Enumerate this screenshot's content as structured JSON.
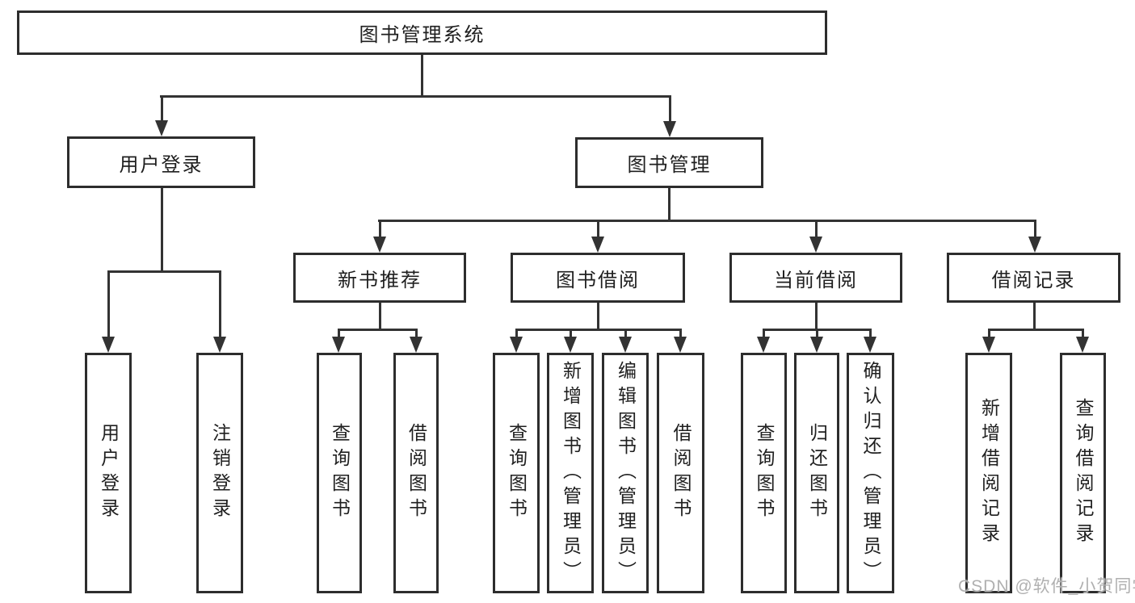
{
  "diagram": {
    "title_node": {
      "label": "图书管理系统"
    },
    "level2": {
      "user_login": {
        "label": "用户登录"
      },
      "book_management": {
        "label": "图书管理"
      }
    },
    "level3": {
      "new_book_recommend": {
        "label": "新书推荐"
      },
      "book_borrow": {
        "label": "图书借阅"
      },
      "current_borrow": {
        "label": "当前借阅"
      },
      "borrow_records": {
        "label": "借阅记录"
      }
    },
    "leaves": {
      "user_login": {
        "label": "用户登录"
      },
      "logout": {
        "label": "注销登录"
      },
      "nb_query": {
        "label": "查询图书"
      },
      "nb_borrow": {
        "label": "借阅图书"
      },
      "bb_query": {
        "label": "查询图书"
      },
      "bb_add_admin": {
        "label": "新增图书（管理员）"
      },
      "bb_edit_admin": {
        "label": "编辑图书（管理员）"
      },
      "bb_borrow": {
        "label": "借阅图书"
      },
      "cb_query": {
        "label": "查询图书"
      },
      "cb_return": {
        "label": "归还图书"
      },
      "cb_confirm_admin": {
        "label": "确认归还（管理员）"
      },
      "br_add": {
        "label": "新增借阅记录"
      },
      "br_query": {
        "label": "查询借阅记录"
      }
    }
  },
  "watermark": {
    "text": "CSDN @软件_小贺同学"
  },
  "colors": {
    "line": "#333333",
    "border": "#2d2d2d",
    "text": "#1f1f1f",
    "watermark": "#b0b0b0",
    "background": "#ffffff"
  }
}
